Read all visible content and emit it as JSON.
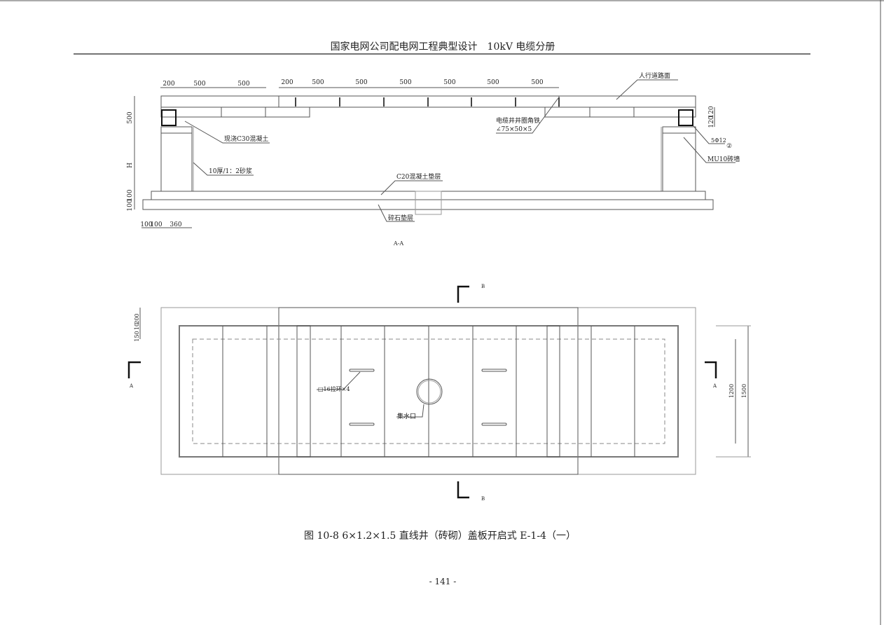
{
  "header": {
    "title": "国家电网公司配电网工程典型设计　10kV 电缆分册"
  },
  "section_aa": {
    "label": "A-A",
    "top_dims": [
      "200",
      "500",
      "500",
      "200",
      "500",
      "500",
      "500",
      "500",
      "500",
      "500"
    ],
    "left_dims": [
      "500",
      "H",
      "100",
      "100"
    ],
    "bottom_dims": [
      "100",
      "100",
      "360"
    ],
    "right_dims": [
      "120",
      "120"
    ],
    "annotations": {
      "road_surface": "人行道路面",
      "cast_concrete": "现浇C30混凝土",
      "mortar": "10厚/1：2砂浆",
      "c20_layer": "C20混凝土垫层",
      "gravel_layer": "碎石垫层",
      "angle_iron_1": "电缆井井圈角铁",
      "angle_iron_2": "∠75×50×5",
      "rebar": "5Φ12",
      "rebar_mark": "②",
      "brick_wall": "MU10砖墙"
    }
  },
  "plan": {
    "section_b": "B",
    "section_a": "A",
    "left_dims": [
      "200",
      "10",
      "150"
    ],
    "right_dims": [
      "1200",
      "1500"
    ],
    "annotations": {
      "pull_ring": "□16拉环×4",
      "sump": "集水口"
    }
  },
  "caption": "图 10-8 6×1.2×1.5 直线井（砖砌）盖板开启式 E-1-4（一）",
  "page_number": "- 141 -"
}
